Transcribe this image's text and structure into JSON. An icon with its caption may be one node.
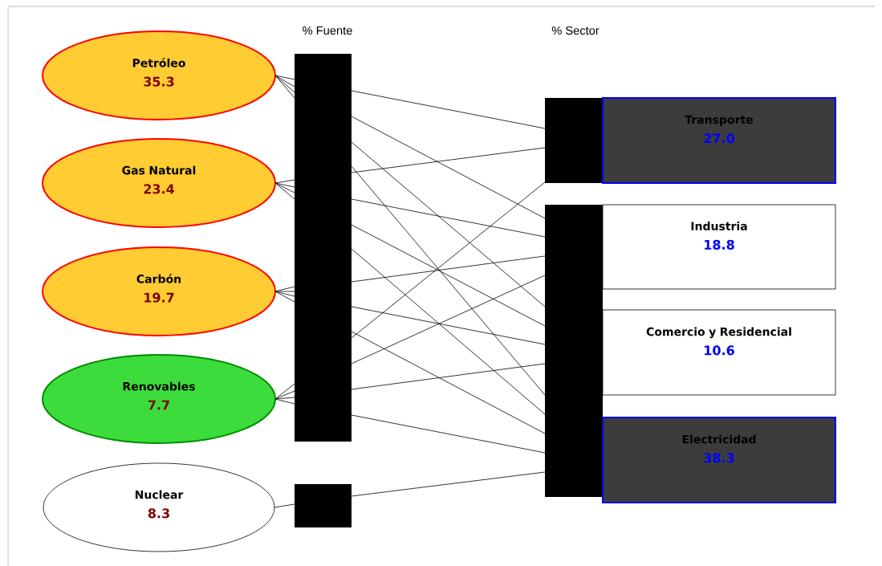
{
  "diagram": {
    "nodes": [
      {
        "text": [
          "Petróleo",
          "35.3"
        ]
      },
      {
        "text": [
          "Gas Natural",
          "23.4"
        ]
      },
      {
        "text": [
          "Carbón",
          "19.7"
        ]
      },
      {
        "text": [
          "Renovables",
          "7.7"
        ]
      },
      {
        "text": [
          "Nuclear",
          "8.3"
        ]
      },
      {
        "text": [],
        "shape": "bar"
      },
      {
        "text": [],
        "shape": "bar"
      },
      {
        "text": [],
        "shape": "bar"
      },
      {
        "text": [],
        "shape": "bar"
      },
      {
        "text": [
          "Transporte",
          "27.0"
        ]
      },
      {
        "text": [
          "Industria",
          "18.8"
        ]
      },
      {
        "text": [
          "Comercio y Residencial",
          "10.6"
        ]
      },
      {
        "text": [
          "Electricidad",
          "38.3"
        ]
      }
    ],
    "edges": [
      {
        "from": 0,
        "to": 5,
        "arrow": "none"
      },
      {
        "from": 0,
        "to": 5,
        "arrow": "none"
      },
      {
        "from": 0,
        "to": 5,
        "arrow": "none"
      },
      {
        "from": 0,
        "to": 5,
        "arrow": "none"
      },
      {
        "from": 1,
        "to": 5,
        "arrow": "none"
      },
      {
        "from": 1,
        "to": 5,
        "arrow": "none"
      },
      {
        "from": 1,
        "to": 5,
        "arrow": "none"
      },
      {
        "from": 1,
        "to": 5,
        "arrow": "none"
      },
      {
        "from": 2,
        "to": 5,
        "arrow": "none"
      },
      {
        "from": 2,
        "to": 5,
        "arrow": "none"
      },
      {
        "from": 2,
        "to": 5,
        "arrow": "none"
      },
      {
        "from": 2,
        "to": 5,
        "arrow": "none"
      },
      {
        "from": 3,
        "to": 5,
        "arrow": "none"
      },
      {
        "from": 3,
        "to": 5,
        "arrow": "none"
      },
      {
        "from": 3,
        "to": 5,
        "arrow": "none"
      },
      {
        "from": 3,
        "to": 5,
        "arrow": "none"
      },
      {
        "from": 4,
        "to": 6,
        "arrow": "none"
      },
      {
        "from": 5,
        "to": 7,
        "arrow": "none"
      },
      {
        "from": 5,
        "to": 7,
        "arrow": "none"
      },
      {
        "from": 5,
        "to": 7,
        "arrow": "none"
      },
      {
        "from": 5,
        "to": 8,
        "arrow": "none"
      },
      {
        "from": 5,
        "to": 8,
        "arrow": "none"
      },
      {
        "from": 5,
        "to": 8,
        "arrow": "none"
      },
      {
        "from": 5,
        "to": 8,
        "arrow": "none"
      },
      {
        "from": 5,
        "to": 8,
        "arrow": "none"
      },
      {
        "from": 5,
        "to": 8,
        "arrow": "none"
      },
      {
        "from": 5,
        "to": 8,
        "arrow": "none"
      },
      {
        "from": 5,
        "to": 8,
        "arrow": "none"
      },
      {
        "from": 5,
        "to": 8,
        "arrow": "none"
      },
      {
        "from": 5,
        "to": 8,
        "arrow": "none"
      },
      {
        "from": 5,
        "to": 8,
        "arrow": "none"
      },
      {
        "from": 5,
        "to": 8,
        "arrow": "none"
      },
      {
        "from": 6,
        "to": 8,
        "arrow": "none"
      }
    ],
    "labels": [
      "% Fuente",
      "% Sector"
    ]
  }
}
